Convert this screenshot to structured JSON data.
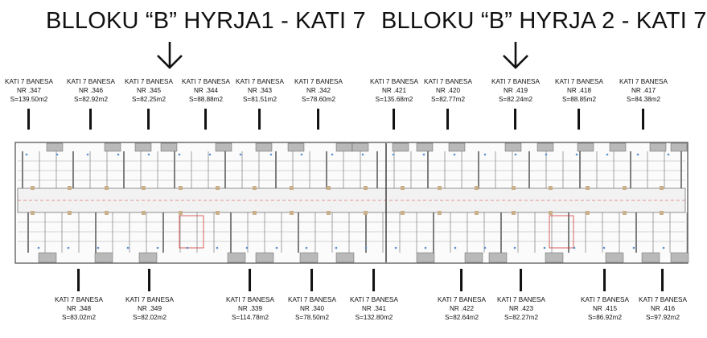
{
  "titles": {
    "left": "BLLOKU “B”  HYRJA1 - KATI 7",
    "right": "BLLOKU “B”  HYRJA 2 - KATI 7"
  },
  "units_top": [
    {
      "label": "KATI 7 BANESA",
      "nr": "NR .347",
      "area": "S=139.50m2"
    },
    {
      "label": "KATI 7 BANESA",
      "nr": "NR .346",
      "area": "S=82.92m2"
    },
    {
      "label": "KATI 7 BANESA",
      "nr": "NR .345",
      "area": "S=82.25m2"
    },
    {
      "label": "KATI 7 BANESA",
      "nr": "NR .344",
      "area": "S=88.88m2"
    },
    {
      "label": "KATI 7 BANESA",
      "nr": "NR .343",
      "area": "S=81.51m2"
    },
    {
      "label": "KATI 7 BANESA",
      "nr": "NR .342",
      "area": "S=78.60m2"
    },
    {
      "label": "KATI 7 BANESA",
      "nr": "NR .421",
      "area": "S=135.68m2"
    },
    {
      "label": "KATI 7 BANESA",
      "nr": "NR .420",
      "area": "S=82.77m2"
    },
    {
      "label": "KATI 7 BANESA",
      "nr": "NR .419",
      "area": "S=82.24m2"
    },
    {
      "label": "KATI 7 BANESA",
      "nr": "NR .418",
      "area": "S=88.85m2"
    },
    {
      "label": "KATI 7 BANESA",
      "nr": "NR .417",
      "area": "S=84.38m2"
    }
  ],
  "units_bottom": [
    {
      "label": "KATI 7 BANESA",
      "nr": "NR .348",
      "area": "S=83.02m2"
    },
    {
      "label": "KATI 7 BANESA",
      "nr": "NR .349",
      "area": "S=82.02m2"
    },
    {
      "label": "KATI 7 BANESA",
      "nr": "NR .339",
      "area": "S=114.78m2"
    },
    {
      "label": "KATI 7 BANESA",
      "nr": "NR .340",
      "area": "S=78.50m2"
    },
    {
      "label": "KATI 7 BANESA",
      "nr": "NR .341",
      "area": "S=132.80m2"
    },
    {
      "label": "KATI 7 BANESA",
      "nr": "NR .422",
      "area": "S=82.64m2"
    },
    {
      "label": "KATI 7 BANESA",
      "nr": "NR .423",
      "area": "S=82.27m2"
    },
    {
      "label": "KATI 7 BANESA",
      "nr": "NR .415",
      "area": "S=86.92m2"
    },
    {
      "label": "KATI 7 BANESA",
      "nr": "NR .416",
      "area": "S=97.92m2"
    }
  ],
  "colors": {
    "ink": "#111111",
    "plan_line": "#4a4a4a",
    "plan_gray": "#b9b9b9",
    "wall_tan": "#c9b08a",
    "red_mark": "#d03a3a",
    "blue_mark": "#5b8fd0"
  }
}
